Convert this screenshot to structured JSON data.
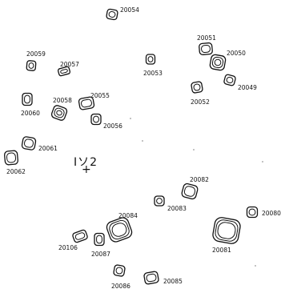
{
  "map": {
    "title": "Iソ2",
    "center_marker": "+",
    "items": [
      {
        "label": "20054"
      },
      {
        "label": "20051"
      },
      {
        "label": "20050"
      },
      {
        "label": "20053"
      },
      {
        "label": "20049"
      },
      {
        "label": "20052"
      },
      {
        "label": "20059"
      },
      {
        "label": "20057"
      },
      {
        "label": "20060"
      },
      {
        "label": "20058"
      },
      {
        "label": "20055"
      },
      {
        "label": "20056"
      },
      {
        "label": "20061"
      },
      {
        "label": "20062"
      },
      {
        "label": "20082"
      },
      {
        "label": "20083"
      },
      {
        "label": "20080"
      },
      {
        "label": "20084"
      },
      {
        "label": "20081"
      },
      {
        "label": "20106"
      },
      {
        "label": "20087"
      },
      {
        "label": "20086"
      },
      {
        "label": "20085"
      }
    ]
  }
}
